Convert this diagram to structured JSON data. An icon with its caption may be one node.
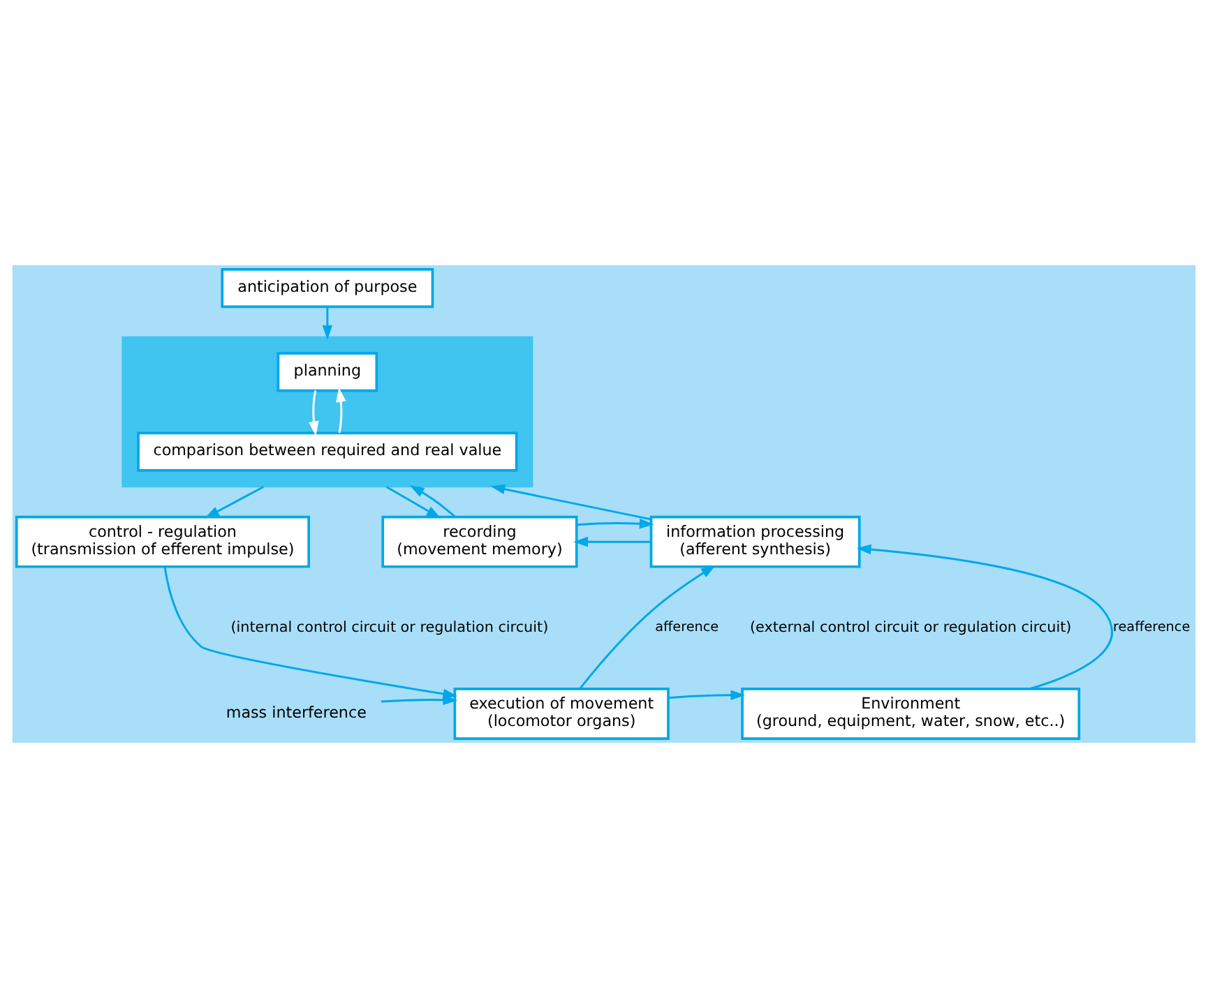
{
  "diagram": {
    "nodes": [
      {
        "text": [
          "anticipation of purpose"
        ]
      },
      {
        "text": [],
        "shape": "box"
      },
      {
        "text": [
          "planning"
        ],
        "in": 1
      },
      {
        "text": [
          "comparison between required and real value"
        ],
        "in": 1
      },
      {
        "text": [
          "control - regulation",
          "(transmission of efferent impulse)"
        ]
      },
      {
        "text": [
          "recording",
          "(movement memory)"
        ]
      },
      {
        "text": [
          "information processing",
          "(afferent synthesis)"
        ]
      },
      {
        "text": [
          "mass interference"
        ]
      },
      {
        "text": [
          "execution of movement",
          "(locomotor organs)"
        ]
      },
      {
        "text": [
          "Environment",
          "(ground, equipment, water, snow, etc..)"
        ]
      }
    ],
    "edges": [
      {
        "from": 0,
        "to": 1,
        "arrow": "to"
      },
      {
        "from": 2,
        "to": 3,
        "arrow": "to",
        "color": "#ffffff"
      },
      {
        "from": 3,
        "to": 2,
        "arrow": "to",
        "color": "#ffffff"
      },
      {
        "from": 1,
        "to": 5,
        "arrow": "to"
      },
      {
        "from": 5,
        "to": 1,
        "arrow": "to"
      },
      {
        "from": 1,
        "to": 4,
        "arrow": "to"
      },
      {
        "from": 6,
        "to": 1,
        "arrow": "to"
      },
      {
        "from": 6,
        "to": 5,
        "arrow": "to"
      },
      {
        "from": 5,
        "to": 6,
        "arrow": "to"
      },
      {
        "from": 4,
        "to": 8,
        "arrow": "to"
      },
      {
        "from": 7,
        "to": 8,
        "arrow": "to"
      },
      {
        "from": 8,
        "to": 6,
        "arrow": "to",
        "label": "afference"
      },
      {
        "from": 9,
        "to": 6,
        "arrow": "to",
        "label": "reafference"
      },
      {
        "from": 8,
        "to": 9,
        "arrow": "to"
      }
    ],
    "labels": [
      "(internal control circuit or regulation circuit)",
      "(external control circuit or regulation circuit)"
    ]
  }
}
